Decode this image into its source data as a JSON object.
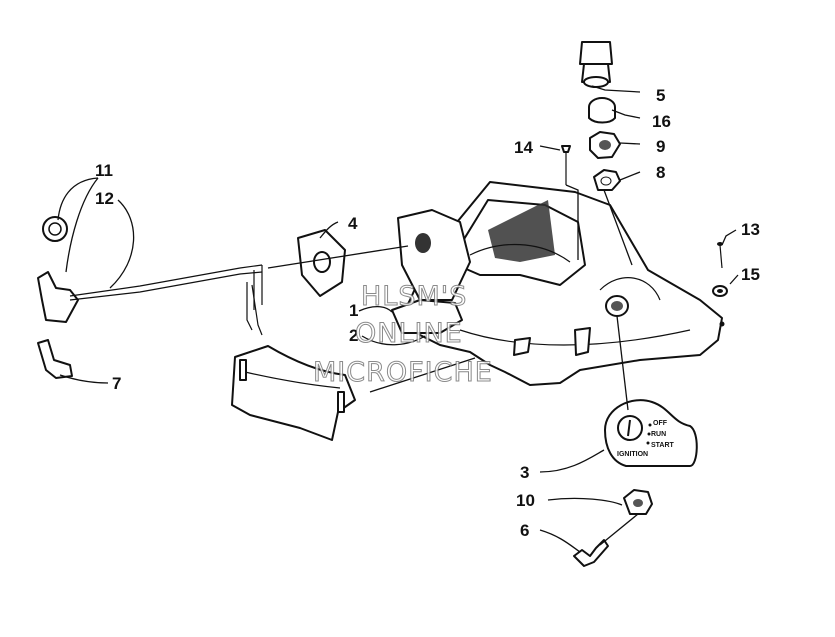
{
  "callouts": {
    "c1": "1",
    "c2": "2",
    "c3": "3",
    "c4": "4",
    "c5": "5",
    "c6": "6",
    "c7": "7",
    "c8": "8",
    "c9": "9",
    "c10": "10",
    "c11": "11",
    "c12": "12",
    "c13": "13",
    "c14": "14",
    "c15": "15",
    "c16": "16"
  },
  "dial_labels": {
    "off": "OFF",
    "run": "RUN",
    "start": "START",
    "ignition": "IGNITION"
  },
  "watermark": {
    "line1": "HLSM'S",
    "line2": "ONLINE",
    "line3": "MICROFICHE"
  }
}
